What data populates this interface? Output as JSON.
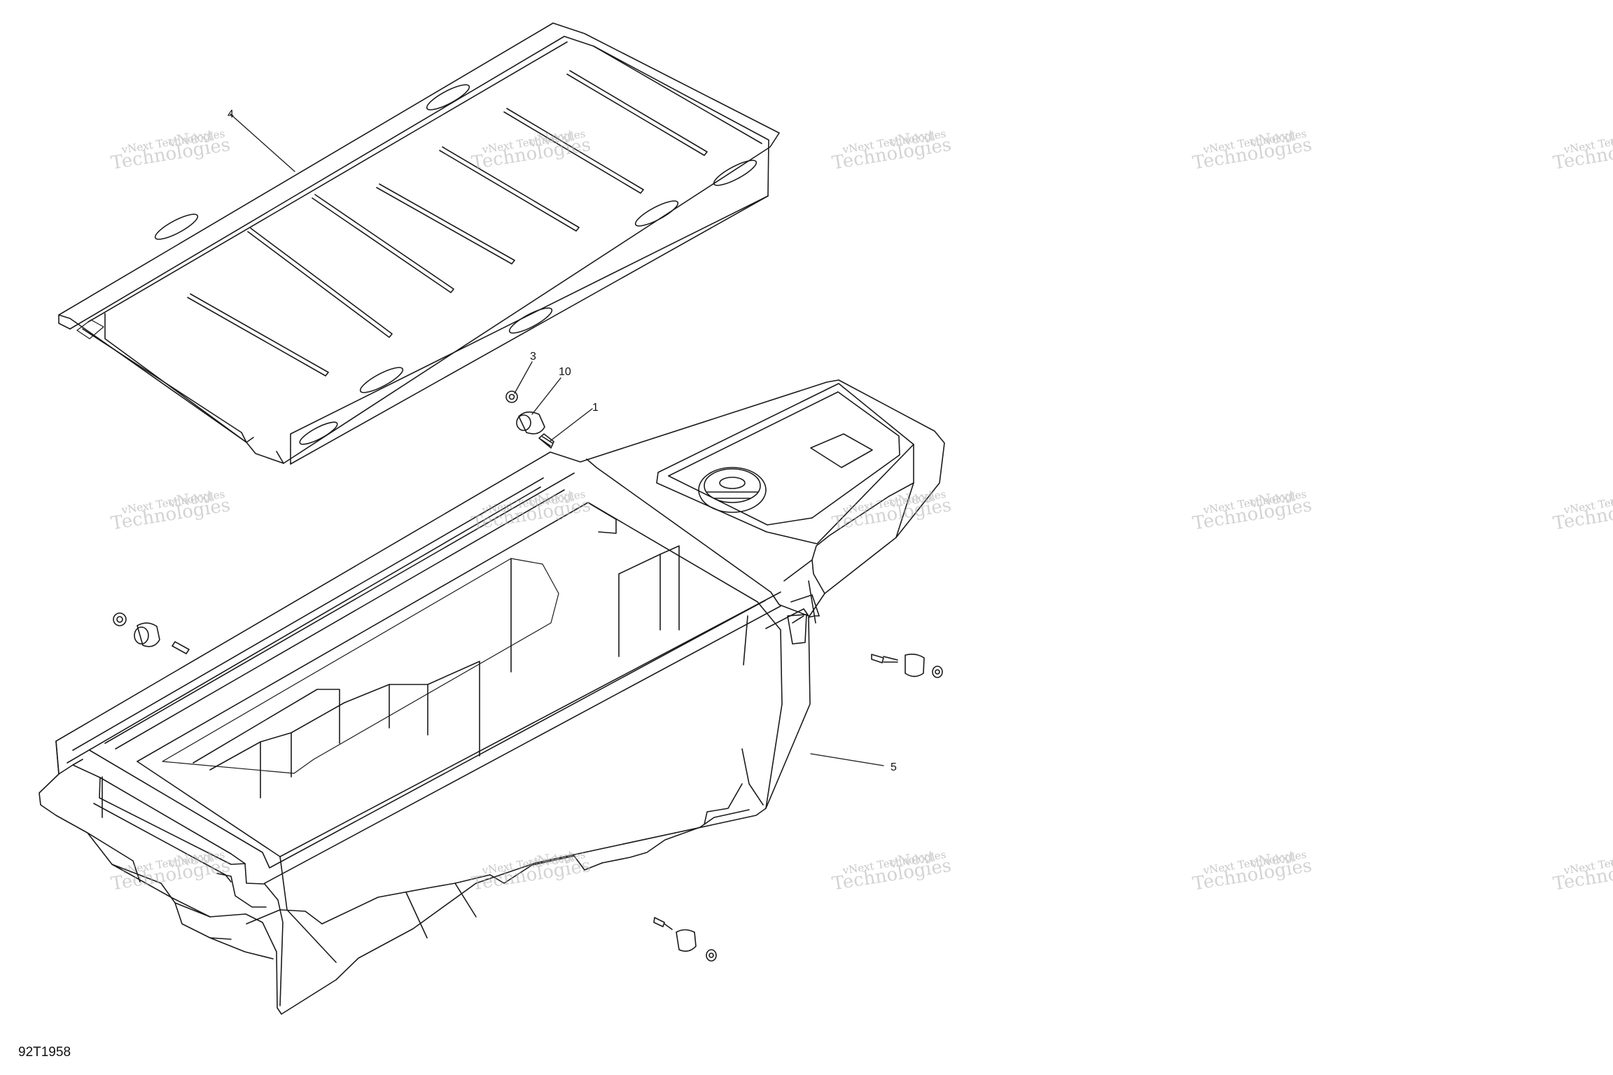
{
  "figure_code": "92T1958",
  "callouts": [
    {
      "id": "4",
      "label": "4"
    },
    {
      "id": "3",
      "label": "3"
    },
    {
      "id": "10",
      "label": "10"
    },
    {
      "id": "1",
      "label": "1"
    },
    {
      "id": "5",
      "label": "5"
    }
  ],
  "watermark": {
    "line1": "vNext Technologies",
    "line2": "Technologies",
    "line3": "vNext"
  },
  "colors": {
    "line": "#1a1a1a",
    "background": "#ffffff",
    "watermark": "#b0b0b0"
  }
}
